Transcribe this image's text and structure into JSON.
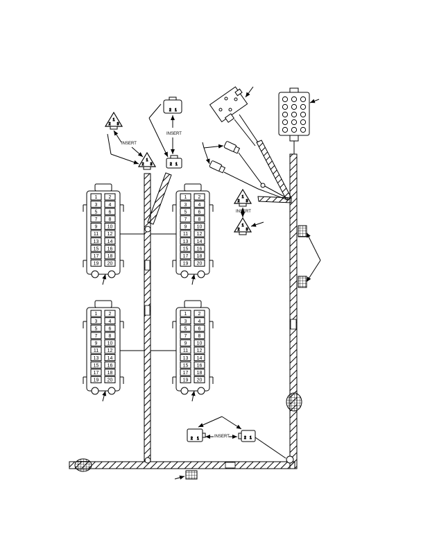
{
  "labels": {
    "insert": "INSERT"
  },
  "connector_block": {
    "pins": [
      "1",
      "2",
      "3",
      "4",
      "5",
      "6",
      "7",
      "8",
      "9",
      "10",
      "11",
      "12",
      "13",
      "14",
      "15",
      "16",
      "17",
      "18",
      "19",
      "20"
    ]
  },
  "plug2": {
    "pin_a": "2",
    "pin_b": "1"
  },
  "tri_pins": [
    "1",
    "2",
    "3"
  ],
  "colors": {
    "ink": "#000000",
    "paper": "#ffffff"
  }
}
